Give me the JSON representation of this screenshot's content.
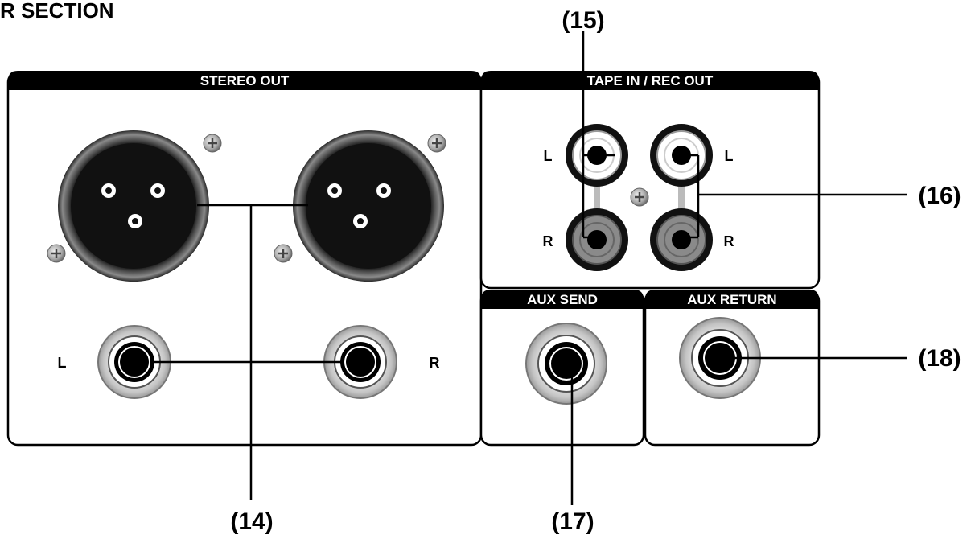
{
  "section_title": "R SECTION",
  "panels": {
    "stereo_out": "STEREO OUT",
    "tape": "TAPE IN / REC OUT",
    "aux_send": "AUX SEND",
    "aux_return": "AUX RETURN"
  },
  "jack_labels": {
    "stereo_left": "L",
    "stereo_right": "R",
    "tape_in_left": "L",
    "tape_in_right": "R",
    "rec_out_left": "L",
    "rec_out_right": "R"
  },
  "callouts": {
    "c14": "(14)",
    "c15": "(15)",
    "c16": "(16)",
    "c17": "(17)",
    "c18": "(18)"
  }
}
